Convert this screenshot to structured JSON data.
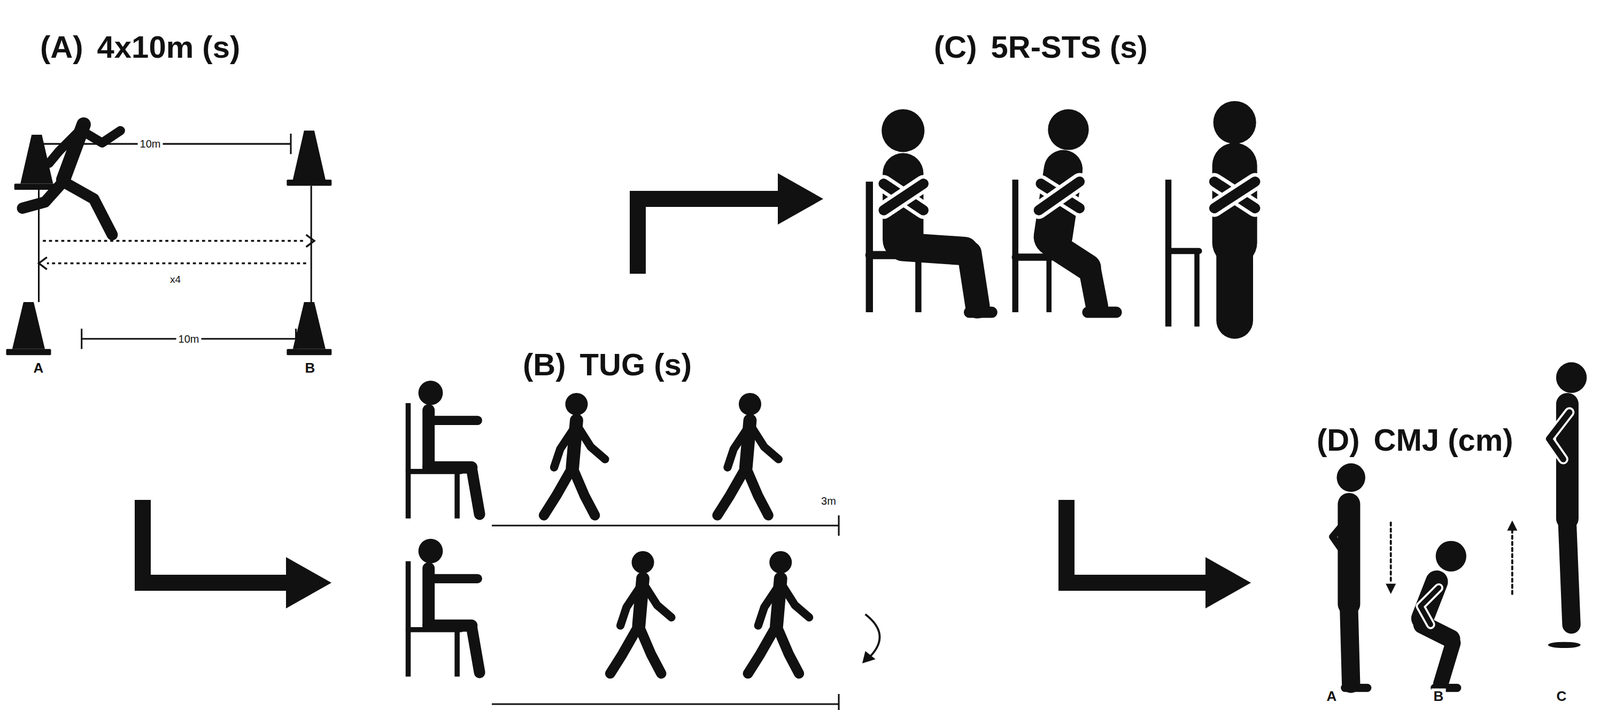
{
  "diagram": {
    "nodes": [
      {
        "text": [
          "(A)",
          "4x10m (s)"
        ]
      },
      {
        "text": [
          "(B)",
          "TUG (s)"
        ]
      },
      {
        "text": [
          "(C)",
          "5R-STS (s)"
        ]
      },
      {
        "text": [
          "(D)",
          "CMJ (cm)"
        ]
      }
    ],
    "edges": [
      {
        "from": 0,
        "to": 1,
        "arrow": "to"
      },
      {
        "from": 1,
        "to": 2,
        "arrow": "to"
      },
      {
        "from": 2,
        "to": 3,
        "arrow": "to"
      }
    ],
    "labels": [
      "10m",
      "x4",
      "10m",
      "A",
      "B",
      "3m",
      "A",
      "B",
      "C"
    ]
  }
}
